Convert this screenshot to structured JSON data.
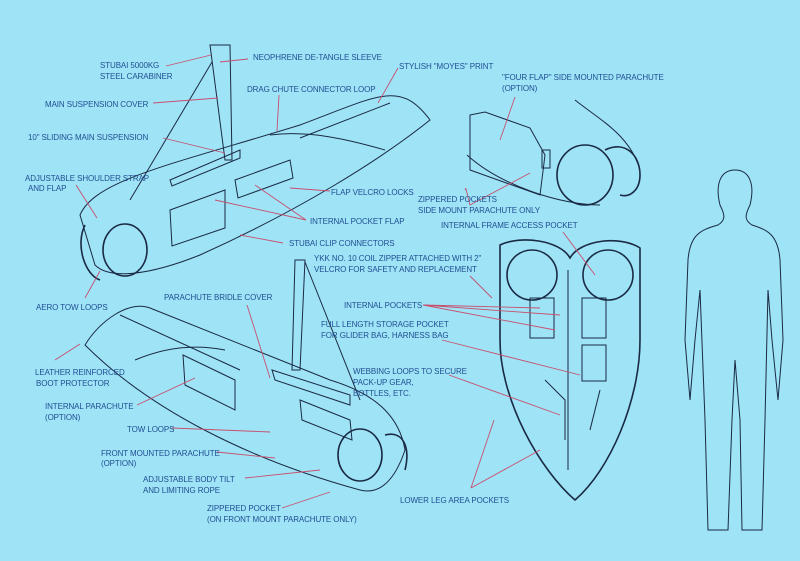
{
  "colors": {
    "background": "#9fe3f6",
    "label_text": "#1f4f93",
    "leader_line": "#c8506e",
    "drawing_ink": "#1a2a44"
  },
  "labels": {
    "carabiner": [
      "STUBAI 5000KG",
      "STEEL CARABINER"
    ],
    "detangle_sleeve": "NEOPHRENE DE-TANGLE SLEEVE",
    "moyes_print": "STYLISH \"MOYES\" PRINT",
    "drag_chute_loop": "DRAG CHUTE CONNECTOR LOOP",
    "main_suspension_cover": "MAIN SUSPENSION COVER",
    "four_flap_parachute": [
      "\"FOUR FLAP\" SIDE MOUNTED PARACHUTE",
      "(OPTION)"
    ],
    "sliding_main_suspension": "10\" SLIDING MAIN SUSPENSION",
    "shoulder_strap": [
      "ADJUSTABLE SHOULDER STRAP",
      "AND FLAP"
    ],
    "flap_velcro_locks": "FLAP VELCRO LOCKS",
    "zippered_pockets_side": [
      "ZIPPERED POCKETS",
      "SIDE MOUNT PARACHUTE ONLY"
    ],
    "internal_pocket_flap": "INTERNAL POCKET FLAP",
    "internal_frame_access_pocket": "INTERNAL FRAME ACCESS POCKET",
    "stubai_clip_connectors": "STUBAI CLIP CONNECTORS",
    "ykk_zipper": [
      "YKK NO. 10 COIL ZIPPER ATTACHED WITH 2\"",
      "VELCRO FOR SAFETY AND REPLACEMENT"
    ],
    "aero_tow_loops": "AERO TOW LOOPS",
    "parachute_bridle_cover": "PARACHUTE BRIDLE COVER",
    "internal_pockets": "INTERNAL POCKETS",
    "full_length_storage": [
      "FULL LENGTH STORAGE POCKET",
      "FOR GLIDER BAG, HARNESS BAG"
    ],
    "boot_protector": [
      "LEATHER REINFORCED",
      "BOOT PROTECTOR"
    ],
    "webbing_loops": [
      "WEBBING LOOPS TO SECURE",
      "PACK-UP GEAR,",
      "BOTTLES, ETC."
    ],
    "internal_parachute": [
      "INTERNAL PARACHUTE",
      "(OPTION)"
    ],
    "tow_loops": "TOW LOOPS",
    "front_mounted_parachute": [
      "FRONT MOUNTED PARACHUTE",
      "(OPTION)"
    ],
    "body_tilt": [
      "ADJUSTABLE BODY TILT",
      "AND LIMITING ROPE"
    ],
    "lower_leg_pockets": "LOWER LEG AREA POCKETS",
    "zippered_pocket_front": [
      "ZIPPERED POCKET",
      "(ON FRONT MOUNT PARACHUTE ONLY)"
    ]
  }
}
